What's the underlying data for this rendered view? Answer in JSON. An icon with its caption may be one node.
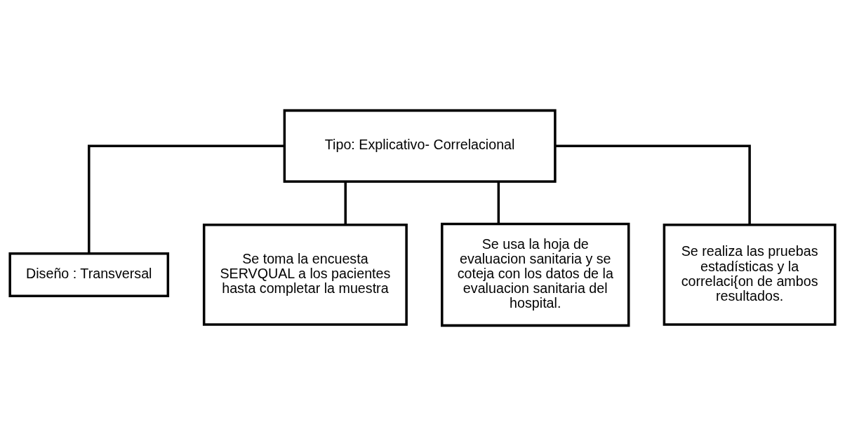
{
  "diagram": {
    "nodes": [
      {
        "text": [
          "Tipo: Explicativo- Correlacional"
        ]
      },
      {
        "text": [
          "Diseño : Transversal"
        ]
      },
      {
        "text": [
          "Se toma la encuesta SERVQUAL a los pacientes hasta completar la muestra"
        ]
      },
      {
        "text": [
          "Se usa la hoja de evaluacion sanitaria y se coteja con los datos de la evaluacion sanitaria del hospital."
        ]
      },
      {
        "text": [
          "Se realiza las pruebas estadísticas y la correlaci{on de ambos resultados."
        ]
      }
    ],
    "edges": [
      {
        "from": 0,
        "to": 1,
        "arrow": "none"
      },
      {
        "from": 0,
        "to": 2,
        "arrow": "none"
      },
      {
        "from": 0,
        "to": 3,
        "arrow": "none"
      },
      {
        "from": 0,
        "to": 4,
        "arrow": "none"
      }
    ]
  }
}
